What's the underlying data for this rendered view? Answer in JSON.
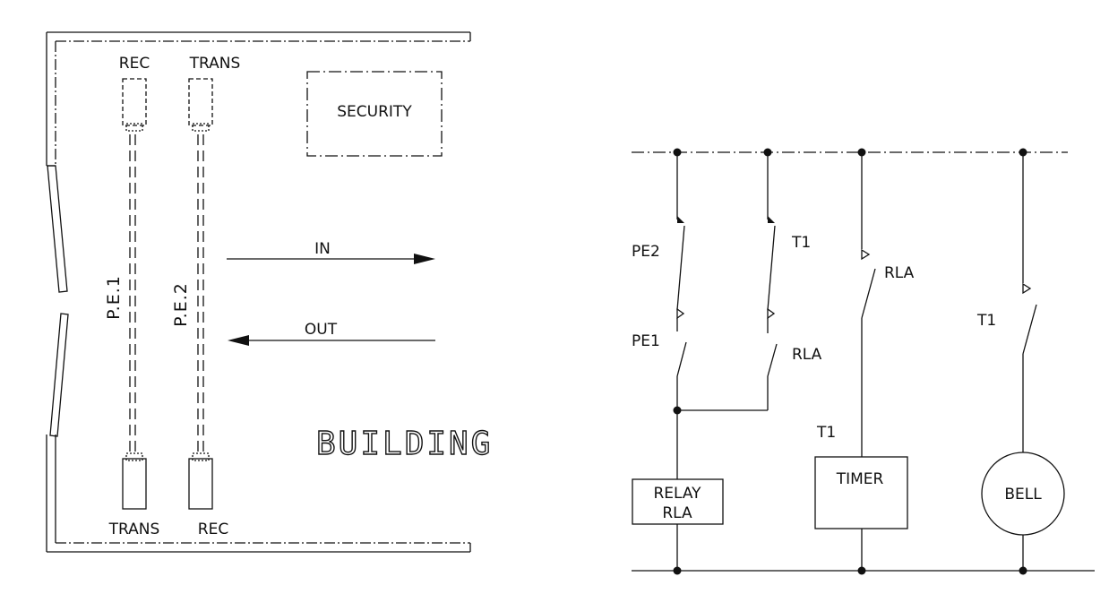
{
  "building": {
    "receiver_top": "REC",
    "transmitter_top": "TRANS",
    "security": "SECURITY",
    "pe1": "P.E.1",
    "pe2": "P.E.2",
    "in_label": "IN",
    "out_label": "OUT",
    "building_label": "BUILDING",
    "transmitter_bottom": "TRANS",
    "receiver_bottom": "REC"
  },
  "circuit": {
    "pe2": "PE2",
    "pe1": "PE1",
    "t1_contact_1": "T1",
    "rla_contact_1": "RLA",
    "rla_contact_2": "RLA",
    "t1_contact_2": "T1",
    "t1_timer_label": "T1",
    "relay_line1": "RELAY",
    "relay_line2": "RLA",
    "timer": "TIMER",
    "bell": "BELL"
  }
}
